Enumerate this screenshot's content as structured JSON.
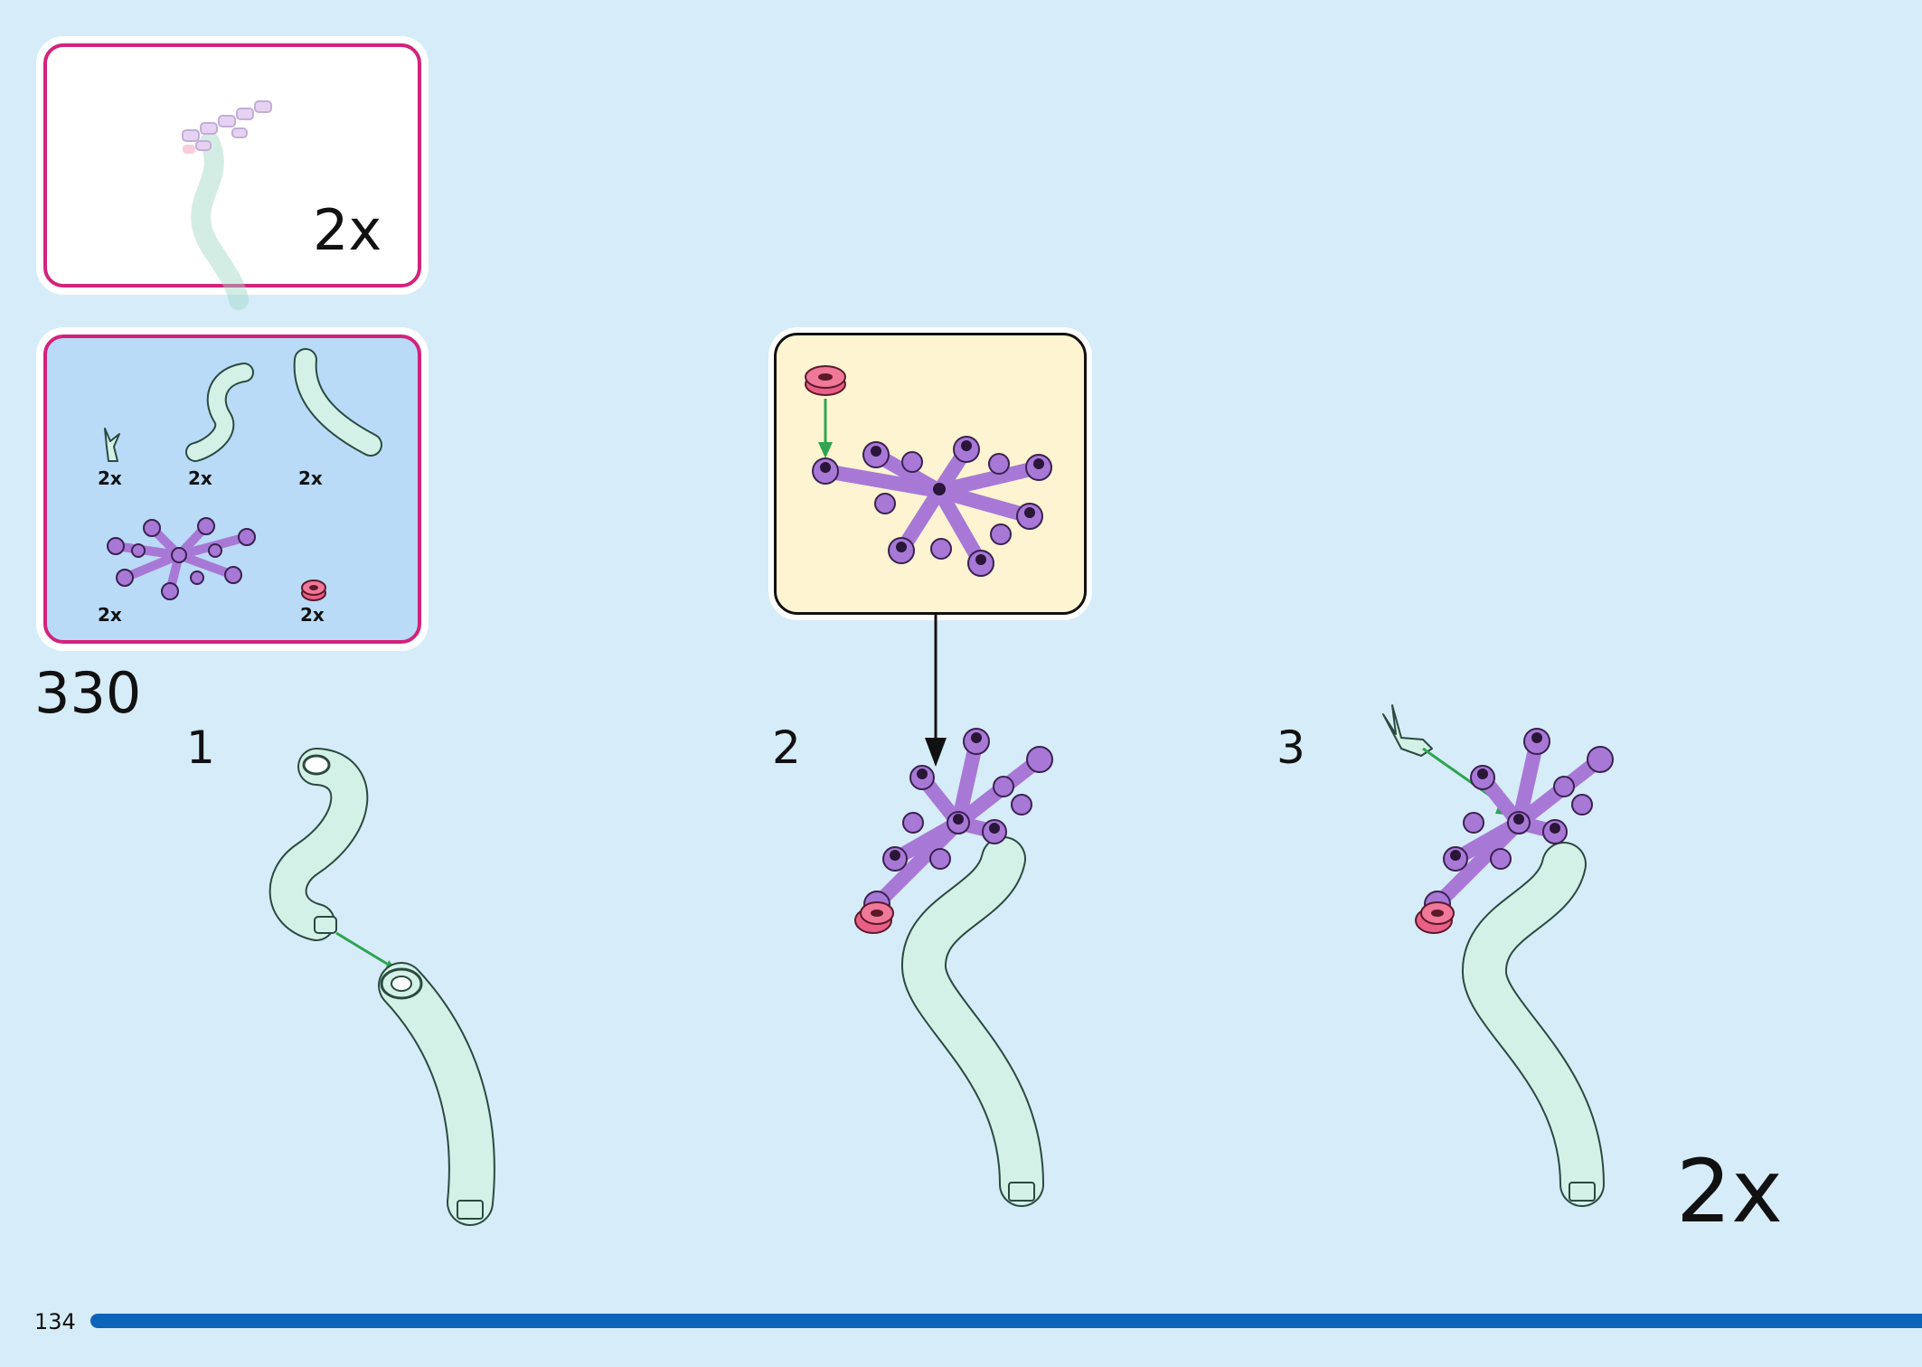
{
  "page": {
    "number": "134",
    "progress": 1.0
  },
  "subassembly_callout": {
    "quantity": "2x"
  },
  "parts_list": {
    "items": [
      {
        "name": "mint-branch-clip",
        "quantity": "2x"
      },
      {
        "name": "mint-curved-tube-short",
        "quantity": "2x"
      },
      {
        "name": "mint-curved-tube-long",
        "quantity": "2x"
      },
      {
        "name": "lavender-flower-plate",
        "quantity": "2x"
      },
      {
        "name": "pink-round-plate",
        "quantity": "2x"
      }
    ]
  },
  "step": {
    "number": "330",
    "substeps": [
      {
        "label": "1"
      },
      {
        "label": "2"
      },
      {
        "label": "3"
      }
    ],
    "multiplier": "2x"
  },
  "colors": {
    "background": "#d6ecf9",
    "callout_border": "#d2247c",
    "inset_background": "#fef4d2",
    "progress_bar": "#0b64b8",
    "mint_part": "#d3f1e7",
    "lavender_part": "#a878d6",
    "pink_part": "#ea5f86",
    "arrow_green": "#2fa550"
  }
}
